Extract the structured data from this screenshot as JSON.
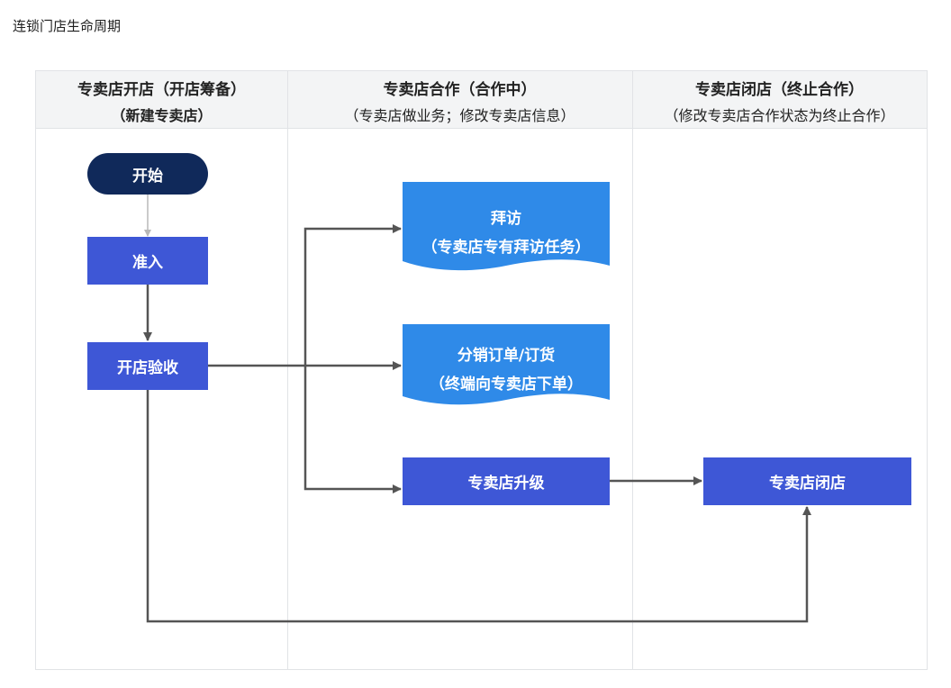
{
  "page": {
    "title": "连锁门店生命周期"
  },
  "lanes": [
    {
      "title": "专卖店开店（开店筹备）",
      "subtitle": "（新建专卖店）"
    },
    {
      "title": "专卖店合作（合作中）",
      "subtitle": "（专卖店做业务；修改专卖店信息）"
    },
    {
      "title": "专卖店闭店（终止合作）",
      "subtitle": "（修改专卖店合作状态为终止合作）"
    }
  ],
  "nodes": {
    "start": "开始",
    "admit": "准入",
    "open_inspection": "开店验收",
    "visit": {
      "line1": "拜访",
      "line2": "（专卖店专有拜访任务）"
    },
    "distribution": {
      "line1": "分销订单/订货",
      "line2": "（终端向专卖店下单）"
    },
    "upgrade": "专卖店升级",
    "close": "专卖店闭店"
  },
  "colors": {
    "terminal": "#10295a",
    "process": "#3e57d6",
    "document": "#2f8ae8",
    "arrow": "#555555",
    "light_arrow": "#b8b8b8",
    "header_bg": "#f3f4f5"
  }
}
